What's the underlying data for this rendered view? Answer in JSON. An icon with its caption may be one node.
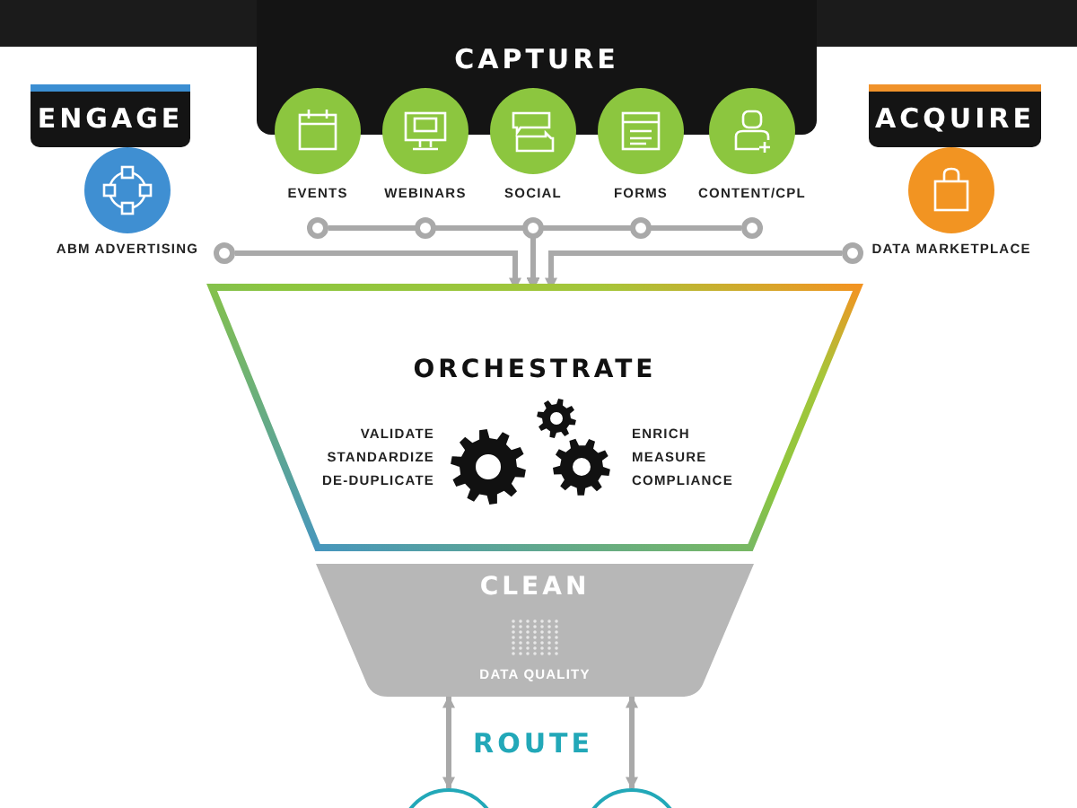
{
  "diagram": {
    "nodes": [
      {
        "text": [
          "ENGAGE"
        ]
      },
      {
        "text": [
          "ABM ADVERTISING"
        ]
      },
      {
        "text": [
          "CAPTURE"
        ]
      },
      {
        "text": [
          "EVENTS"
        ]
      },
      {
        "text": [
          "WEBINARS"
        ]
      },
      {
        "text": [
          "SOCIAL"
        ]
      },
      {
        "text": [
          "FORMS"
        ]
      },
      {
        "text": [
          "CONTENT/CPL"
        ]
      },
      {
        "text": [
          "ACQUIRE"
        ]
      },
      {
        "text": [
          "DATA MARKETPLACE"
        ]
      },
      {
        "text": [],
        "shape": "circle"
      },
      {
        "text": [],
        "shape": "circle"
      },
      {
        "text": [],
        "shape": "circle"
      },
      {
        "text": [],
        "shape": "circle"
      },
      {
        "text": [],
        "shape": "circle"
      },
      {
        "text": [],
        "shape": "circle"
      },
      {
        "text": [],
        "shape": "circle"
      },
      {
        "text": [
          "ORCHESTRATE",
          "VALIDATE STANDARDIZE DE-DUPLICATE",
          "ENRICH MEASURE COMPLIANCE"
        ]
      },
      {
        "text": [
          "CLEAN",
          "DATA QUALITY"
        ]
      },
      {
        "text": [],
        "shape": "circle"
      },
      {
        "text": [],
        "shape": "circle"
      }
    ],
    "edges": [
      {
        "from": 10,
        "to": 17,
        "arrow": "to"
      },
      {
        "from": 11,
        "to": 17,
        "arrow": "to"
      },
      {
        "from": 12,
        "to": 17,
        "arrow": "to"
      },
      {
        "from": 13,
        "to": 17,
        "arrow": "to"
      },
      {
        "from": 14,
        "to": 17,
        "arrow": "to"
      },
      {
        "from": 15,
        "to": 17,
        "arrow": "to"
      },
      {
        "from": 16,
        "to": 17,
        "arrow": "to"
      },
      {
        "from": 18,
        "to": 19,
        "arrow": "both"
      },
      {
        "from": 18,
        "to": 20,
        "arrow": "both"
      }
    ],
    "labels": [
      "ROUTE"
    ]
  }
}
